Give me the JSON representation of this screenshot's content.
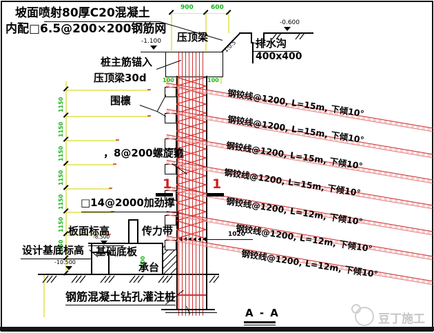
{
  "drawing": {
    "notes": {
      "shotcrete_line1": "坡面喷射80厚C20混凝土",
      "shotcrete_line2": "内配□6.5@200×200钢筋网",
      "cap_beam": "压顶梁",
      "pile_anchor_line1": "桩主筋锚入",
      "pile_anchor_line2": "压顶梁30d",
      "drain": "排水沟",
      "drain_size": "400x400",
      "slope_ratio": "1:0.5",
      "waler": "围檩",
      "spiral_hoop": "，8@200螺旋箍",
      "stiff_brace": "□14@2000加劲撑",
      "slab_top_label": "板面标高",
      "transfer_belt": "传力带",
      "foundation_slab": "基础底板",
      "design_base": "设计基底标高",
      "pile_cap": "承台",
      "bored_pile": "钢筋混凝土钻孔灌注桩",
      "section_title": "A - A",
      "watermark": "豆丁施工"
    },
    "elevations": {
      "cap_beam_top": "-1.100",
      "ground_right": "-0.600",
      "slab_top": "-8.500",
      "design_base": "-10.500"
    },
    "dims": {
      "top": [
        "900",
        "600"
      ],
      "left": [
        "1150",
        "1150",
        "1150",
        "1150",
        "1150",
        "1150",
        "1150"
      ],
      "beam_edge_left": "100",
      "beam_edge_right": "100",
      "anchor_row_offset": "1020",
      "slab_step": "600"
    },
    "section_cut": {
      "number_left": "1",
      "number_right": "1"
    },
    "anchors": [
      {
        "label": "钢铰线@1200, L=15m, 下倾10°"
      },
      {
        "label": "钢铰线@1200, L=15m, 下倾10°"
      },
      {
        "label": "钢铰线@1200, L=15m, 下倾10°"
      },
      {
        "label": "钢铰线@1200, L=15m, 下倾10°"
      },
      {
        "label": "钢铰线@1200, L=12m, 下倾10°"
      },
      {
        "label": "钢铰线@1200, L=12m, 下倾10°"
      },
      {
        "label": "钢铰线@1200, L=12m, 下倾10°"
      }
    ],
    "colors": {
      "dim_yellow": "#e8e878",
      "dim_green": "#18b418",
      "rebar_red": "#d23030",
      "watermark_gray": "#c6c6c6"
    }
  }
}
